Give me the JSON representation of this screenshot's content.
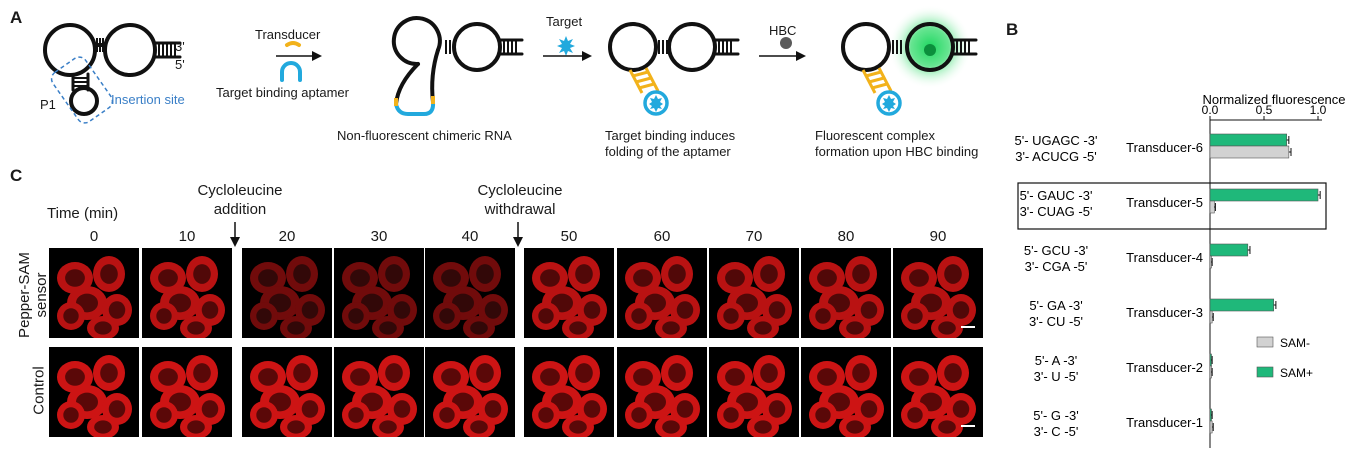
{
  "panelA": {
    "letter": "A",
    "stem_labels": [
      "3'",
      "5'"
    ],
    "p1_label": "P1",
    "insertion_label": "Insertion site",
    "transducer_label": "Transducer",
    "aptamer_label": "Target binding aptamer",
    "target_label": "Target",
    "hbc_label": "HBC",
    "captions": [
      "Non-fluorescent chimeric RNA",
      "Target binding induces\nfolding of the aptamer",
      "Fluorescent complex\nformation upon HBC binding"
    ]
  },
  "panelC": {
    "letter": "C",
    "time_label": "Time (min)",
    "cyclo_add": "Cycloleucine\naddition",
    "cyclo_withdraw": "Cycloleucine\nwithdrawal",
    "times": [
      "0",
      "10",
      "20",
      "30",
      "40",
      "50",
      "60",
      "70",
      "80",
      "90"
    ],
    "row_labels": [
      "Pepper-SAM\nsensor",
      "Control"
    ]
  },
  "panelB": {
    "letter": "B"
  },
  "chart_data": {
    "type": "bar",
    "orientation": "horizontal",
    "title": "",
    "xlabel": "Normalized fluorescence",
    "xlim": [
      0,
      1.0
    ],
    "xticks": [
      "0.0",
      "0.5",
      "1.0"
    ],
    "categories": [
      "Transducer-6",
      "Transducer-5",
      "Transducer-4",
      "Transducer-3",
      "Transducer-2",
      "Transducer-1"
    ],
    "sequences": [
      [
        "5'- UGAGC -3'",
        "3'- ACUCG -5'"
      ],
      [
        "5'- GAUC -3'",
        "3'- CUAG -5'"
      ],
      [
        "5'- GCU -3'",
        "3'- CGA -5'"
      ],
      [
        "5'- GA -3'",
        "3'- CU -5'"
      ],
      [
        "5'- A -3'",
        "3'- U -5'"
      ],
      [
        "5'- G -3'",
        "3'- C -5'"
      ]
    ],
    "highlighted": "Transducer-5",
    "series": [
      {
        "name": "SAM+",
        "color": "#1fb87a",
        "values": [
          0.71,
          1.0,
          0.35,
          0.59,
          0.01,
          0.01
        ],
        "errors": [
          0.02,
          0.02,
          0.02,
          0.02,
          0.01,
          0.01
        ]
      },
      {
        "name": "SAM-",
        "color": "#d2d2d2",
        "values": [
          0.73,
          0.04,
          0.01,
          0.02,
          0.01,
          0.02
        ],
        "errors": [
          0.02,
          0.01,
          0.01,
          0.01,
          0.01,
          0.01
        ]
      }
    ],
    "legend_position": "bottom-right",
    "grid": false
  }
}
